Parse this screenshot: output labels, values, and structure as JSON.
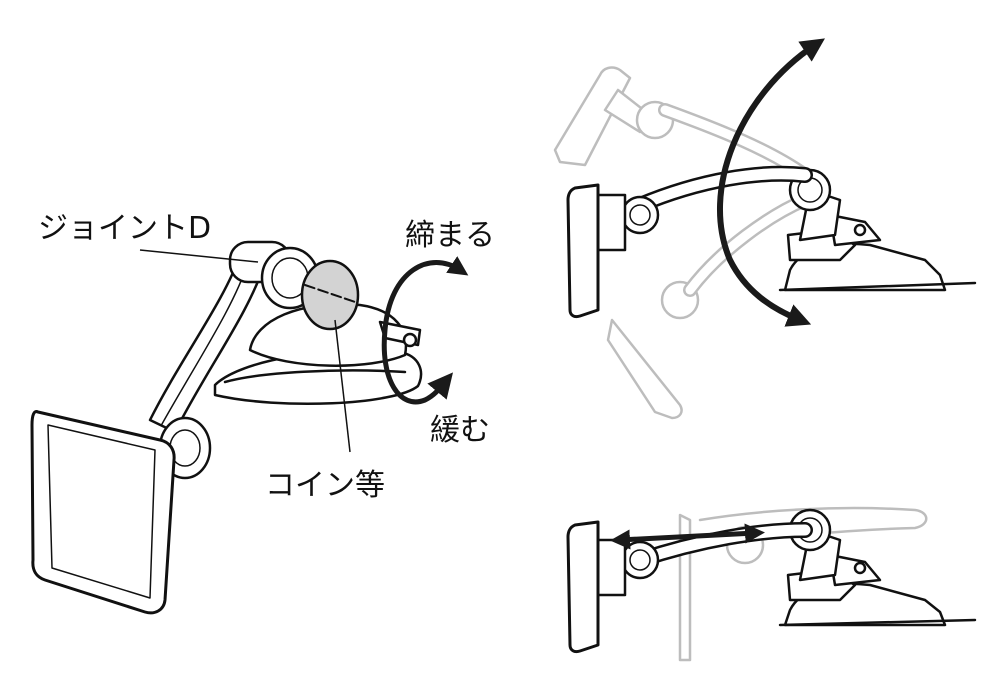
{
  "labels": {
    "joint_d": "ジョイントD",
    "tighten": "締まる",
    "loosen": "緩む",
    "coin": "コイン等"
  },
  "colors": {
    "ink": "#111111",
    "ghost": "#bdbdbd",
    "coin": "#d3d3d3",
    "arrow": "#1a1a1a"
  },
  "icons": {
    "main": "mount-with-coin-icon",
    "tilt": "tilt-range-icon",
    "extend": "extend-range-icon"
  }
}
